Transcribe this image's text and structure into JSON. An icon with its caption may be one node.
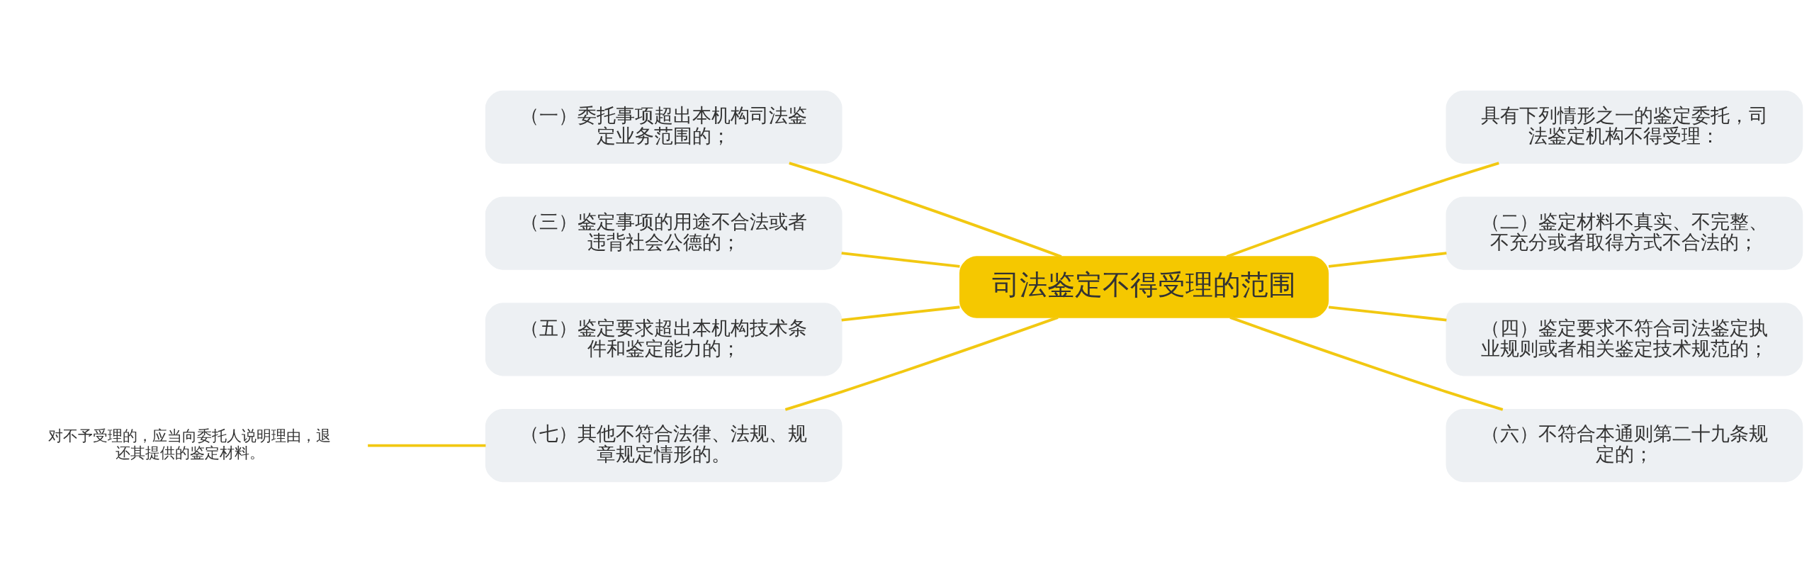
{
  "diagram": {
    "nodes": [
      {
        "text": [
          "司法鉴定不得受理的范围"
        ]
      },
      {
        "text": [
          "（一）委托事项超出本机构司法鉴定业务范围的；"
        ]
      },
      {
        "text": [
          "（三）鉴定事项的用途不合法或者违背社会公德的；"
        ]
      },
      {
        "text": [
          "（五）鉴定要求超出本机构技术条件和鉴定能力的；"
        ]
      },
      {
        "text": [
          "（七）其他不符合法律、法规、规章规定情形的。"
        ]
      },
      {
        "text": [
          "对不予受理的，应当向委托人说明理由，退还其提供的鉴定材料。"
        ]
      },
      {
        "text": [
          "具有下列情形之一的鉴定委托，司法鉴定机构不得受理："
        ]
      },
      {
        "text": [
          "（二）鉴定材料不真实、不完整、不充分或者取得方式不合法的；"
        ]
      },
      {
        "text": [
          "（四）鉴定要求不符合司法鉴定执业规则或者相关鉴定技术规范的；"
        ]
      },
      {
        "text": [
          "（六）不符合本通则第二十九条规定的；"
        ]
      }
    ],
    "edges": [
      {
        "from": 1,
        "to": 0,
        "arrow": "none"
      },
      {
        "from": 2,
        "to": 0,
        "arrow": "none"
      },
      {
        "from": 3,
        "to": 0,
        "arrow": "none"
      },
      {
        "from": 4,
        "to": 0,
        "arrow": "none"
      },
      {
        "from": 5,
        "to": 4,
        "arrow": "none"
      },
      {
        "from": 0,
        "to": 6,
        "arrow": "none"
      },
      {
        "from": 0,
        "to": 7,
        "arrow": "none"
      },
      {
        "from": 0,
        "to": 8,
        "arrow": "none"
      },
      {
        "from": 0,
        "to": 9,
        "arrow": "none"
      }
    ]
  }
}
